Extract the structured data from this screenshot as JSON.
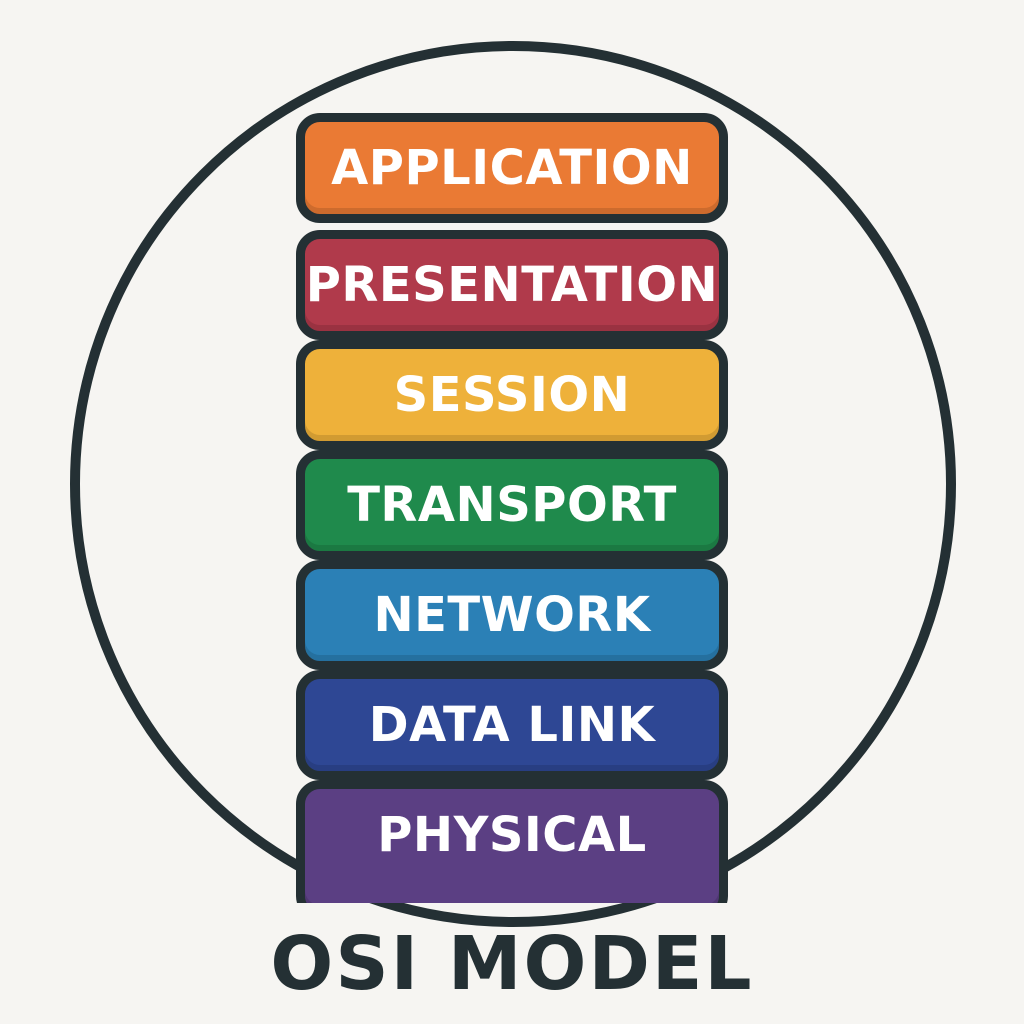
{
  "diagram": {
    "title": "OSI MODEL",
    "layers": [
      {
        "label": "APPLICATION",
        "color": "#ea7a34"
      },
      {
        "label": "PRESENTATION",
        "color": "#b03a4b"
      },
      {
        "label": "SESSION",
        "color": "#eeb13a"
      },
      {
        "label": "TRANSPORT",
        "color": "#1f8a4c"
      },
      {
        "label": "NETWORK",
        "color": "#2b80b6"
      },
      {
        "label": "DATA LINK",
        "color": "#2e4794"
      },
      {
        "label": "PHYSICAL",
        "color": "#5b3f83"
      }
    ],
    "outline_color": "#243034",
    "background_color": "#f6f5f2"
  }
}
